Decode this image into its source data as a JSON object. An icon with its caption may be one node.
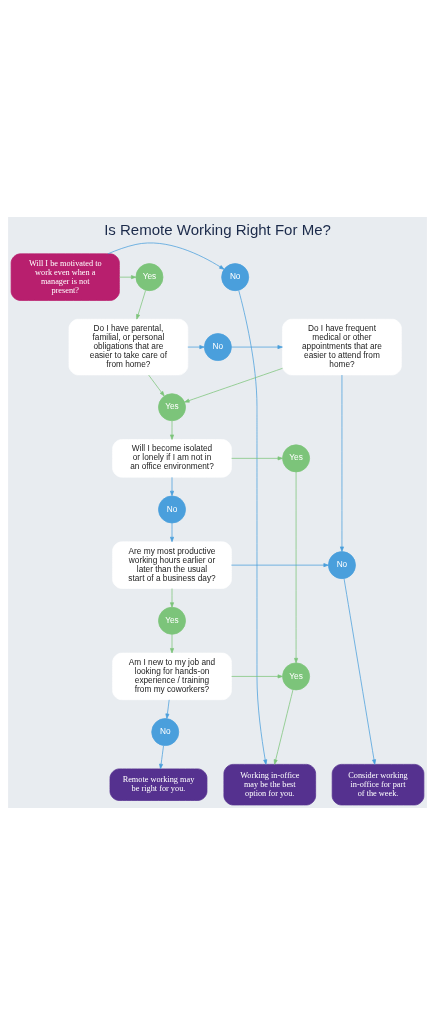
{
  "diagram": {
    "title": "Is Remote Working Right For Me?",
    "nodes": [
      {
        "text": [
          "Will I be motivated to work even when a manager is not present?"
        ]
      },
      {
        "text": [
          "No"
        ]
      },
      {
        "text": [
          "Yes"
        ]
      },
      {
        "text": [
          "Do I have parental, familial, or personal obligations that are easier to take care of from home?"
        ]
      },
      {
        "text": [
          "No"
        ]
      },
      {
        "text": [
          "Do I have frequent medical or other appointments that are easier to attend from home?"
        ]
      },
      {
        "text": [
          "Yes"
        ]
      },
      {
        "text": [
          "Will I become isolated or lonely if I am not in an office environment?"
        ]
      },
      {
        "text": [
          "Yes"
        ]
      },
      {
        "text": [
          "No"
        ]
      },
      {
        "text": [
          "Are my most productive working hours earlier or later than the usual start of a business day?"
        ]
      },
      {
        "text": [
          "No"
        ]
      },
      {
        "text": [
          "Yes"
        ]
      },
      {
        "text": [
          "Am I new to my job and looking for hands-on experience / training from my coworkers?"
        ]
      },
      {
        "text": [
          "Yes"
        ]
      },
      {
        "text": [
          "No"
        ]
      },
      {
        "text": [
          "Consider working in-office for part of the week."
        ]
      },
      {
        "text": [
          "Working in-office may be the best option for you."
        ]
      },
      {
        "text": [
          "Remote working may be right for you."
        ]
      }
    ],
    "edges": [
      {
        "from": 0,
        "to": 1,
        "arrow": "to",
        "color": "#4a9fdc"
      },
      {
        "from": 0,
        "to": 2,
        "arrow": "to",
        "color": "#7cc47a"
      },
      {
        "from": 2,
        "to": 3,
        "arrow": "to",
        "color": "#7cc47a"
      },
      {
        "from": 3,
        "to": 4,
        "arrow": "to",
        "color": "#4a9fdc"
      },
      {
        "from": 4,
        "to": 5,
        "arrow": "to",
        "color": "#4a9fdc"
      },
      {
        "from": 3,
        "to": 6,
        "arrow": "to",
        "color": "#7cc47a"
      },
      {
        "from": 5,
        "to": 6,
        "arrow": "to",
        "color": "#7cc47a"
      },
      {
        "from": 6,
        "to": 7,
        "arrow": "to",
        "color": "#7cc47a"
      },
      {
        "from": 7,
        "to": 8,
        "arrow": "to",
        "color": "#7cc47a"
      },
      {
        "from": 7,
        "to": 9,
        "arrow": "to",
        "color": "#4a9fdc"
      },
      {
        "from": 9,
        "to": 10,
        "arrow": "to",
        "color": "#4a9fdc"
      },
      {
        "from": 8,
        "to": 14,
        "arrow": "to",
        "color": "#7cc47a"
      },
      {
        "from": 10,
        "to": 11,
        "arrow": "to",
        "color": "#4a9fdc"
      },
      {
        "from": 5,
        "to": 11,
        "arrow": "to",
        "color": "#4a9fdc"
      },
      {
        "from": 11,
        "to": 16,
        "arrow": "to",
        "color": "#4a9fdc"
      },
      {
        "from": 10,
        "to": 12,
        "arrow": "to",
        "color": "#7cc47a"
      },
      {
        "from": 12,
        "to": 13,
        "arrow": "to",
        "color": "#7cc47a"
      },
      {
        "from": 13,
        "to": 14,
        "arrow": "to",
        "color": "#7cc47a"
      },
      {
        "from": 14,
        "to": 17,
        "arrow": "to",
        "color": "#7cc47a"
      },
      {
        "from": 1,
        "to": 17,
        "arrow": "to",
        "color": "#4a9fdc"
      },
      {
        "from": 13,
        "to": 15,
        "arrow": "to",
        "color": "#4a9fdc"
      },
      {
        "from": 15,
        "to": 18,
        "arrow": "to",
        "color": "#4a9fdc"
      }
    ]
  }
}
